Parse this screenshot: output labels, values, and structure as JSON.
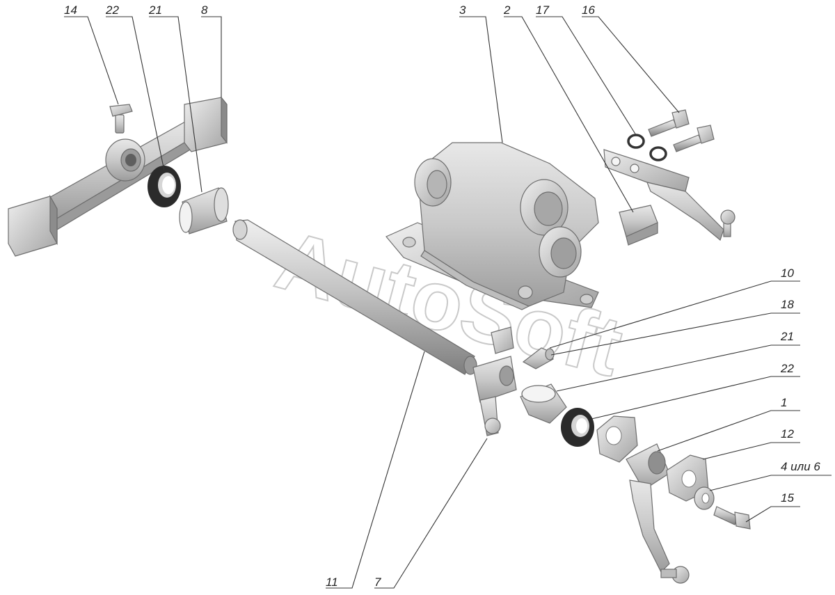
{
  "watermark": "AutoSoft",
  "callouts": {
    "c14": "14",
    "c22_top": "22",
    "c21_top": "21",
    "c8": "8",
    "c3": "3",
    "c2": "2",
    "c17": "17",
    "c16": "16",
    "c10": "10",
    "c18": "18",
    "c21_right": "21",
    "c22_right": "22",
    "c1": "1",
    "c12": "12",
    "c4or6": "4 или 6",
    "c15": "15",
    "c11": "11",
    "c7": "7"
  },
  "colors": {
    "part_fill": "#cfcfcf",
    "part_dark": "#8f8f8f",
    "part_light": "#ececec",
    "seal_dark": "#2b2b2b",
    "watermark": "#b8b8b8"
  }
}
